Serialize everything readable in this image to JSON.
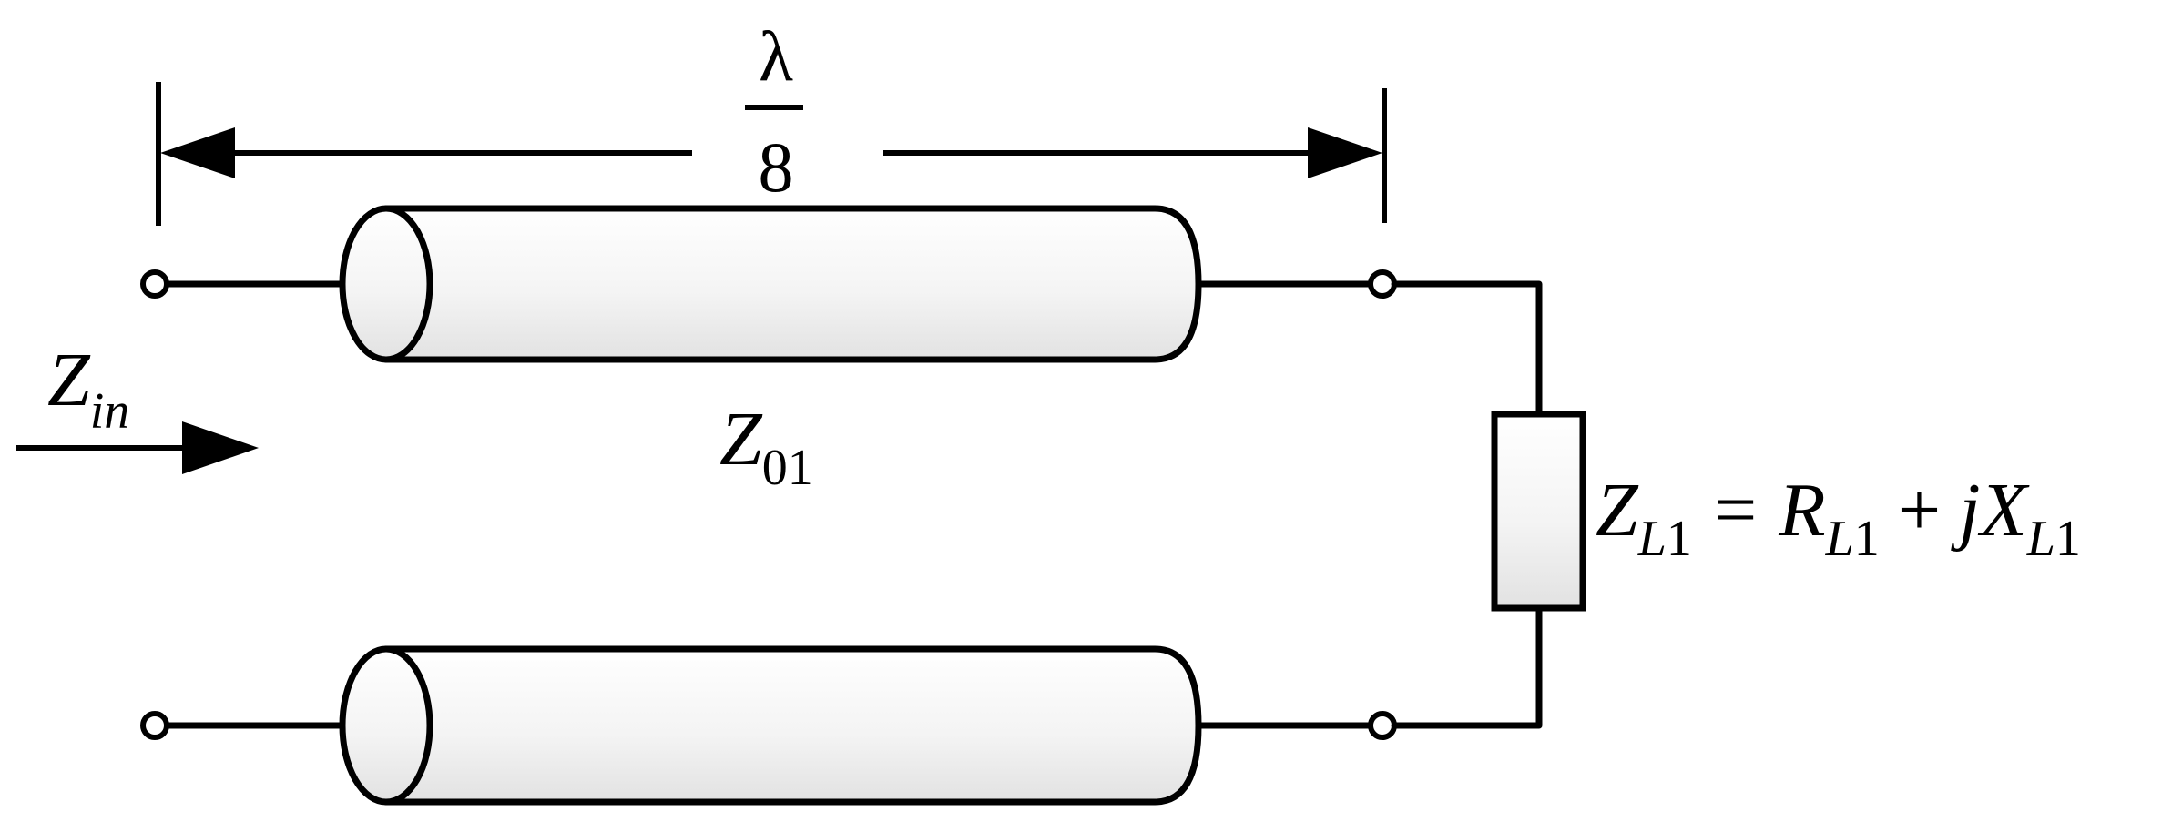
{
  "diagram": {
    "length_label": {
      "numerator": "λ",
      "denominator": "8"
    },
    "input_impedance": {
      "symbol": "Z",
      "subscript": "in"
    },
    "line_impedance": {
      "symbol": "Z",
      "subscript": "01"
    },
    "load": {
      "z_symbol": "Z",
      "z_sub_letter": "L",
      "z_sub_digit": "1",
      "equals": "=",
      "r_symbol": "R",
      "r_sub_letter": "L",
      "r_sub_digit": "1",
      "plus": "+",
      "j": "j",
      "x_symbol": "X",
      "x_sub_letter": "L",
      "x_sub_digit": "1"
    }
  }
}
